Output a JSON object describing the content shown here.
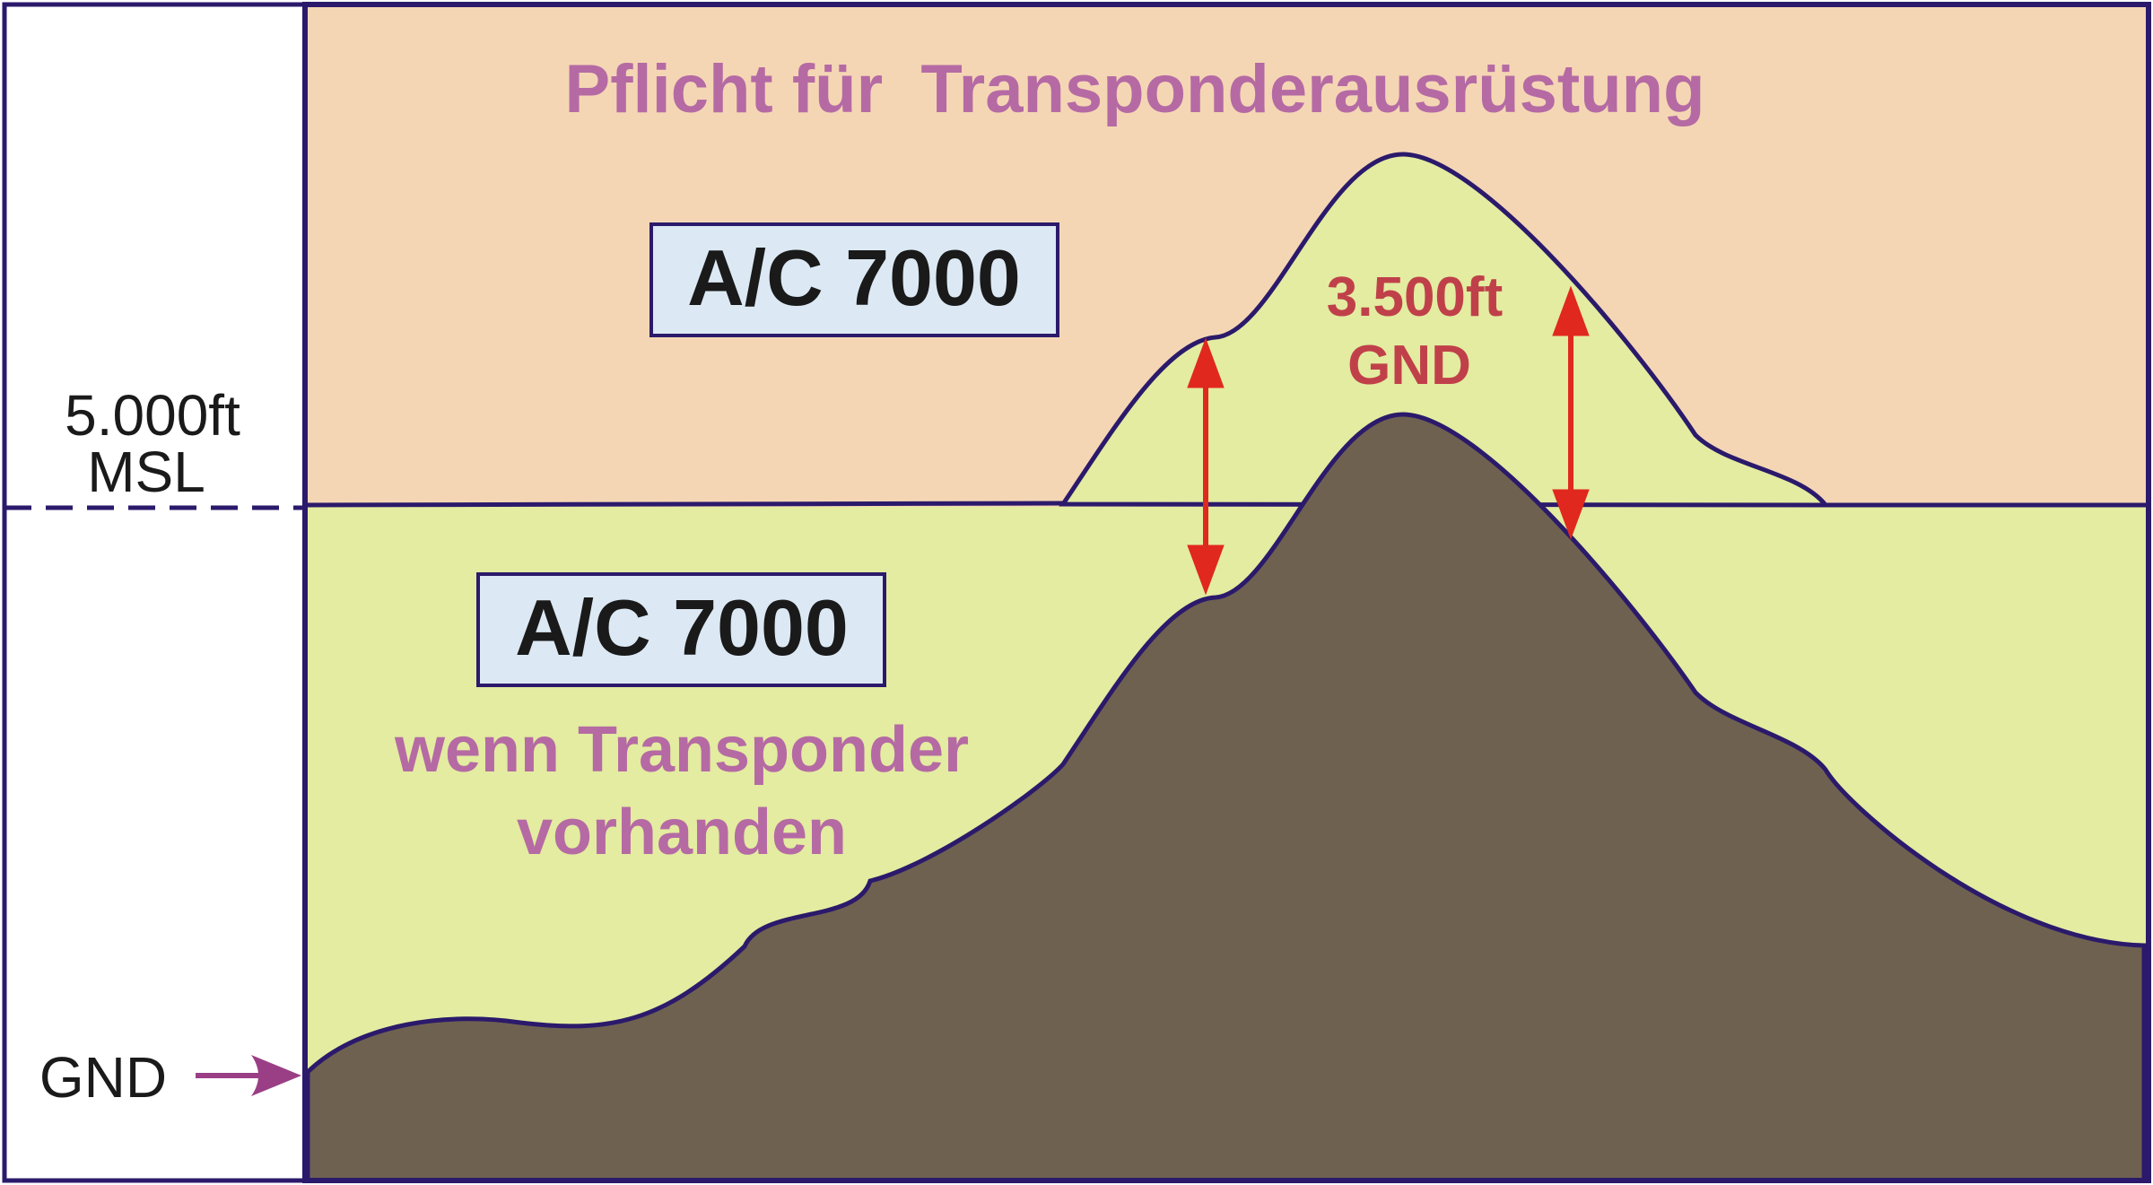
{
  "title": "Pflicht für  Transponderausrüstung",
  "upper_box": {
    "label": "A/C 7000"
  },
  "lower_box": {
    "label": "A/C 7000"
  },
  "lower_note": {
    "line1": "wenn Transponder",
    "line2": "vorhanden"
  },
  "agl_label": {
    "line1": "3.500ft",
    "line2": "GND"
  },
  "msl_label": {
    "line1": "5.000ft",
    "line2": "MSL"
  },
  "gnd_label": "GND",
  "colors": {
    "upper_zone": "#f4d6b4",
    "lower_zone": "#e3eca0",
    "outline": "#2b1a6b",
    "box_fill": "#dce9f4",
    "title_text": "#b56aa4",
    "agl_text": "#c0404a",
    "arrow_red": "#e0281e",
    "gnd_arrow": "#9a3f86",
    "terrain_top": "#e09a52",
    "terrain_bottom": "#6f6150"
  }
}
